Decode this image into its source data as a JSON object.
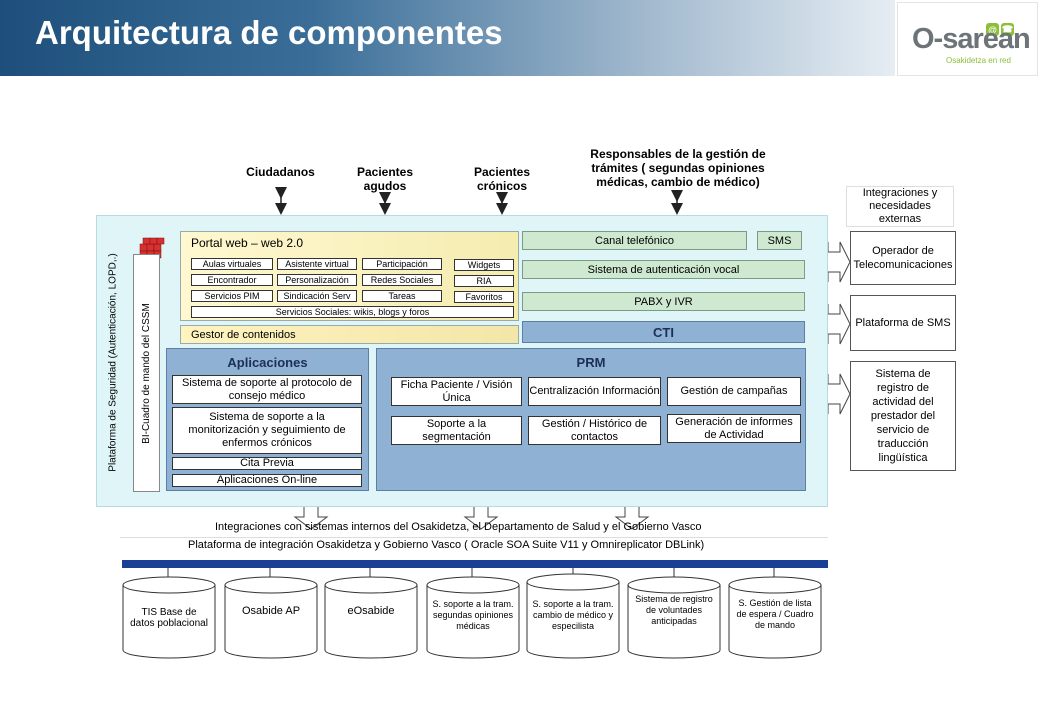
{
  "header": {
    "title": "Arquitectura de componentes"
  },
  "logo": {
    "text": "O-sarean",
    "sub": "Osakidetza en red",
    "sq1": "@",
    "sq2": "☎"
  },
  "actors": [
    {
      "label": "Ciudadanos"
    },
    {
      "label": "Pacientes agudos"
    },
    {
      "label": "Pacientes crónicos"
    },
    {
      "label": "Responsables de la gestión de trámites ( segundas opiniones médicas, cambio de médico)"
    }
  ],
  "integrations_header": "Integraciones y necesidades externas",
  "security_bar": "Plataforma de Seguridad (Autenticación, LOPD,.)",
  "bi_bar": "BI-Cuadro de mando del CSSM",
  "portal": {
    "title": "Portal web – web 2.0",
    "items": [
      "Aulas virtuales",
      "Asistente virtual",
      "Participación",
      "Widgets",
      "Encontrador",
      "Personalización",
      "Redes Sociales",
      "RIA",
      "Servicios PIM",
      "Sindicación Serv",
      "Tareas",
      "Favoritos",
      "Servicios Sociales: wikis, blogs y foros"
    ]
  },
  "gestor": "Gestor de contenidos",
  "channels": {
    "canal": "Canal telefónico",
    "sms": "SMS",
    "autenticacion": "Sistema de autenticación vocal",
    "pabx": "PABX y IVR",
    "cti": "CTI"
  },
  "aplicaciones": {
    "title": "Aplicaciones",
    "items": [
      "Sistema de soporte al protocolo de consejo médico",
      "Sistema de soporte a la monitorización y seguimiento de enfermos crónicos",
      "Cita Previa",
      "Aplicaciones On-line"
    ]
  },
  "prm": {
    "title": "PRM",
    "items": [
      "Ficha Paciente / Visión Única",
      "Centralización Información",
      "Gestión de campañas",
      "Soporte a la segmentación",
      "Gestión / Histórico de contactos",
      "Generación de informes de Actividad"
    ]
  },
  "externals": [
    "Operador de Telecomunicaciones",
    "Plataforma de SMS",
    "Sistema de registro de actividad del prestador del servicio de traducción lingüística"
  ],
  "bottom": {
    "integrations_line": "Integraciones con sistemas internos del Osakidetza, el Departamento de Salud y el Gobierno Vasco",
    "platform_line": "Plataforma de integración Osakidetza y Gobierno Vasco ( Oracle SOA Suite V11 y Omnireplicator DBLink)"
  },
  "databases": [
    "TIS Base de datos poblacional",
    "Osabide AP",
    "eOsabide",
    "S. soporte a la tram. segundas opiniones médicas",
    "S. soporte a la tram. cambio de médico y especilista",
    "Sistema de registro de voluntades anticipadas",
    "S. Gestión de lista de espera / Cuadro de mando"
  ]
}
